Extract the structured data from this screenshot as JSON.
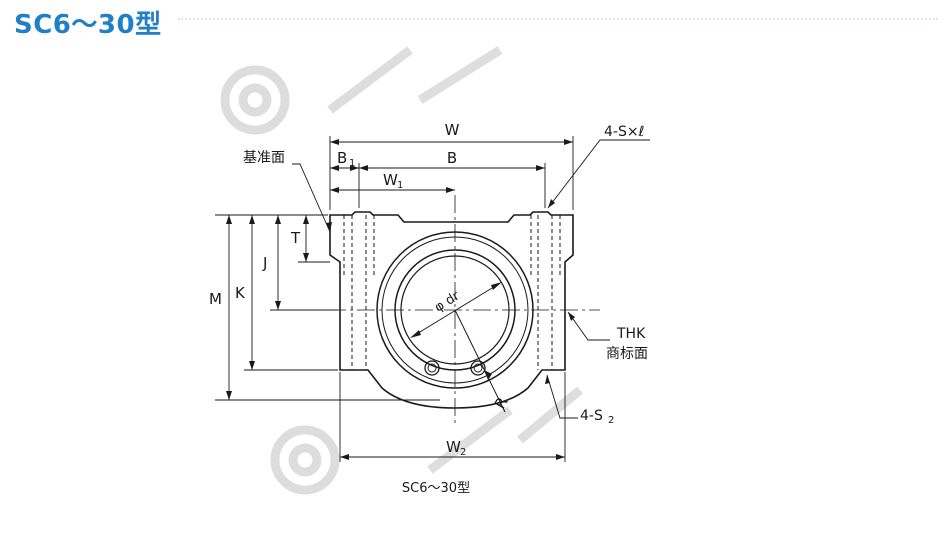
{
  "header": {
    "title": "SC6〜30型"
  },
  "diagram": {
    "caption": "SC6〜30型",
    "labels": {
      "W": "W",
      "B1": "B",
      "B1_sub": "1",
      "B": "B",
      "W1": "W",
      "W1_sub": "1",
      "W2": "W",
      "W2_sub": "2",
      "M": "M",
      "K": "K",
      "J": "J",
      "T": "T",
      "R": "R",
      "phi_dr": "φ dr",
      "hole_spec": "4-S×ℓ",
      "s2_spec": "4-S",
      "s2_sub": "2",
      "reference_face": "基准面",
      "thk_line1": "THK",
      "thk_line2": "商标面"
    }
  }
}
